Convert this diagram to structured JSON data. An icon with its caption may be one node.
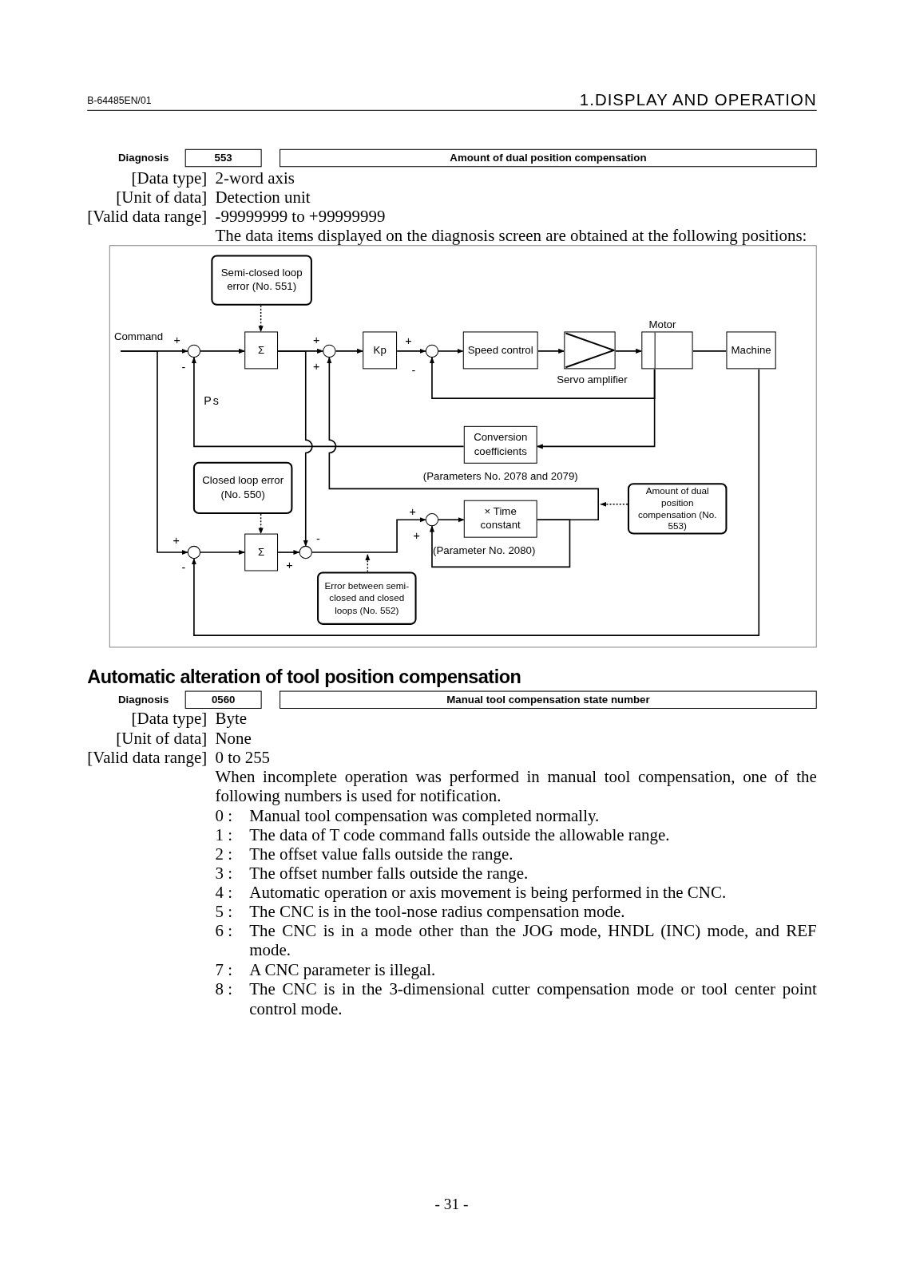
{
  "diagram": {
    "nodes": [
      {
        "text": [
          "Semi-closed loop error (No. 551)"
        ]
      },
      {
        "text": [
          "Command"
        ]
      },
      {
        "text": [],
        "shape": "circle"
      },
      {
        "text": [
          "Σ"
        ]
      },
      {
        "text": [],
        "shape": "circle"
      },
      {
        "text": [
          "Kp"
        ]
      },
      {
        "text": [],
        "shape": "circle"
      },
      {
        "text": [
          "Speed control"
        ]
      },
      {
        "text": [
          "Servo amplifier"
        ]
      },
      {
        "text": [
          "Motor"
        ]
      },
      {
        "text": [
          "Machine"
        ]
      },
      {
        "text": [
          "Conversion coefficients"
        ],
        "beside": [
          "(Parameters No. 2078 and 2079)"
        ]
      },
      {
        "text": [
          "Closed loop error (No. 550)"
        ]
      },
      {
        "text": [
          "Amount of dual position compensation (No. 553)"
        ]
      },
      {
        "text": [],
        "shape": "circle"
      },
      {
        "text": [
          "× Time constant"
        ],
        "beside": [
          "(Parameter No. 2080)"
        ]
      },
      {
        "text": [],
        "shape": "circle"
      },
      {
        "text": [
          "Σ"
        ]
      },
      {
        "text": [],
        "shape": "circle"
      },
      {
        "text": [
          "Error between semi-closed and closed loops (No. 552)"
        ]
      }
    ],
    "edges": [
      {
        "from": 1,
        "to": 2,
        "arrow": "to"
      },
      {
        "from": 2,
        "to": 3,
        "arrow": "to"
      },
      {
        "from": 3,
        "to": 4,
        "arrow": "to"
      },
      {
        "from": 4,
        "to": 5,
        "arrow": "to"
      },
      {
        "from": 5,
        "to": 6,
        "arrow": "to"
      },
      {
        "from": 6,
        "to": 7,
        "arrow": "to"
      },
      {
        "from": 7,
        "to": 8,
        "arrow": "to"
      },
      {
        "from": 8,
        "to": 9,
        "arrow": "to"
      },
      {
        "from": 9,
        "to": 10,
        "arrow": "none"
      },
      {
        "from": 9,
        "to": 6,
        "arrow": "to"
      },
      {
        "from": 9,
        "to": 11,
        "arrow": "to"
      },
      {
        "from": 11,
        "to": 2,
        "arrow": "to"
      },
      {
        "from": 0,
        "to": 3,
        "arrow": "to",
        "style": "dashed"
      },
      {
        "from": 1,
        "to": 16,
        "arrow": "to"
      },
      {
        "from": 3,
        "to": 18,
        "arrow": "to"
      },
      {
        "from": 16,
        "to": 17,
        "arrow": "to"
      },
      {
        "from": 17,
        "to": 18,
        "arrow": "to"
      },
      {
        "from": 18,
        "to": 14,
        "arrow": "to"
      },
      {
        "from": 14,
        "to": 15,
        "arrow": "to"
      },
      {
        "from": 15,
        "to": 4,
        "arrow": "to"
      },
      {
        "from": 15,
        "to": 14,
        "arrow": "to"
      },
      {
        "from": 10,
        "to": 16,
        "arrow": "to"
      },
      {
        "from": 19,
        "to": null,
        "arrow": "to",
        "style": "dashed"
      },
      {
        "from": 13,
        "to": null,
        "arrow": "to",
        "style": "dashed"
      },
      {
        "from": 12,
        "to": 17,
        "arrow": "to",
        "style": "dashed"
      }
    ],
    "labels": [
      "B-64485EN/01",
      "1.DISPLAY AND OPERATION",
      "Diagnosis",
      "553",
      "Amount of dual position compensation",
      "[Data type]",
      "2-word axis",
      "[Unit of data]",
      "Detection unit",
      "[Valid data range]",
      "-99999999 to +99999999",
      "The data items displayed on the diagnosis screen are obtained at the following positions:",
      "+",
      "+",
      "+",
      "-",
      "+",
      "-",
      "Ps",
      "+",
      "+",
      "-",
      "+",
      "-",
      "+",
      "Automatic alteration of tool position compensation",
      "Diagnosis",
      "0560",
      "Manual tool compensation state number",
      "[Data type]",
      "Byte",
      "[Unit of data]",
      "None",
      "[Valid data range]",
      "0 to 255",
      "When incomplete operation was performed in manual tool compensation, one of the following numbers is used for notification.",
      "0 :",
      "Manual tool compensation was completed normally.",
      "1 :",
      "The data of T code command falls outside the allowable range.",
      "2 :",
      "The offset value falls outside the range.",
      "3 :",
      "The offset number falls outside the range.",
      "4 :",
      "Automatic operation or axis movement is being performed in the CNC.",
      "5 :",
      "The CNC is in the tool-nose radius compensation mode.",
      "6 :",
      "The CNC is in a mode other than the JOG mode, HNDL (INC) mode, and REF mode.",
      "7 :",
      "A CNC parameter is illegal.",
      "8 :",
      "The CNC is in the 3-dimensional cutter compensation mode or tool center point control mode.",
      "- 31 -"
    ]
  }
}
